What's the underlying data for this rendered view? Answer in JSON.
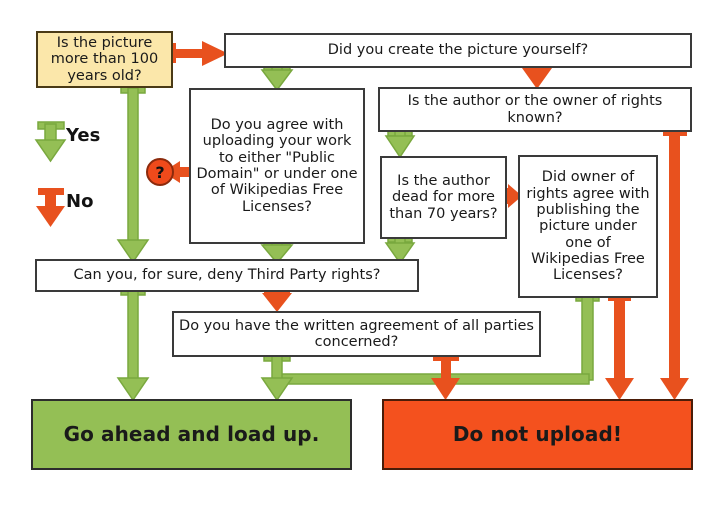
{
  "diagram": {
    "title": "Wikipedia image upload decision flowchart",
    "colors": {
      "yes_green": "#94bf55",
      "no_orange": "#e8511e",
      "start_fill": "#fbe7aa",
      "box_border": "#3a3a3a",
      "result_yes_fill": "#94bf55",
      "result_no_fill": "#f4511e",
      "question_marker": "#ef4a1b"
    },
    "legend": {
      "yes_label": "Yes",
      "no_label": "No",
      "yes_arrow_icon": "down-arrow-green-icon",
      "no_arrow_icon": "down-arrow-orange-icon"
    },
    "markers": {
      "question_mark": "?"
    },
    "nodes": [
      {
        "id": "start",
        "text": "Is the picture more than 100 years old?",
        "kind": "start"
      },
      {
        "id": "created_yourself",
        "text": "Did you create the picture yourself?",
        "kind": "decision"
      },
      {
        "id": "agree_upload",
        "text": "Do you agree with uploading your work to either \"Public Domain\" or under one of Wikipedias Free Licenses?",
        "kind": "decision"
      },
      {
        "id": "author_known",
        "text": "Is the author or the owner of rights known?",
        "kind": "decision"
      },
      {
        "id": "author_dead",
        "text": "Is the author dead for more than 70 years?",
        "kind": "decision"
      },
      {
        "id": "owner_agree",
        "text": "Did owner of rights agree with publishing the picture under one of Wikipedias Free Licenses?",
        "kind": "decision"
      },
      {
        "id": "third_party",
        "text": "Can you, for sure, deny Third Party rights?",
        "kind": "decision"
      },
      {
        "id": "written_agreement",
        "text": "Do you have the written agreement of all parties concerned?",
        "kind": "decision"
      },
      {
        "id": "go_ahead",
        "text": "Go ahead and load up.",
        "kind": "result-yes"
      },
      {
        "id": "do_not_upload",
        "text": "Do not upload!",
        "kind": "result-no"
      }
    ],
    "edges": [
      {
        "from": "start",
        "to": "created_yourself",
        "answer": "No"
      },
      {
        "from": "start",
        "to": "third_party",
        "answer": "Yes"
      },
      {
        "from": "created_yourself",
        "to": "agree_upload",
        "answer": "Yes"
      },
      {
        "from": "created_yourself",
        "to": "author_known",
        "answer": "No"
      },
      {
        "from": "agree_upload",
        "to": "third_party",
        "answer": "Yes"
      },
      {
        "from": "agree_upload",
        "to": "start",
        "answer": "question"
      },
      {
        "from": "author_known",
        "to": "author_dead",
        "answer": "Yes"
      },
      {
        "from": "author_known",
        "to": "do_not_upload",
        "answer": "No"
      },
      {
        "from": "author_dead",
        "to": "third_party",
        "answer": "Yes"
      },
      {
        "from": "author_dead",
        "to": "owner_agree",
        "answer": "No"
      },
      {
        "from": "owner_agree",
        "to": "go_ahead",
        "answer": "Yes"
      },
      {
        "from": "owner_agree",
        "to": "do_not_upload",
        "answer": "No"
      },
      {
        "from": "third_party",
        "to": "go_ahead",
        "answer": "Yes"
      },
      {
        "from": "third_party",
        "to": "written_agreement",
        "answer": "No"
      },
      {
        "from": "written_agreement",
        "to": "go_ahead",
        "answer": "Yes"
      },
      {
        "from": "written_agreement",
        "to": "do_not_upload",
        "answer": "No"
      }
    ]
  }
}
